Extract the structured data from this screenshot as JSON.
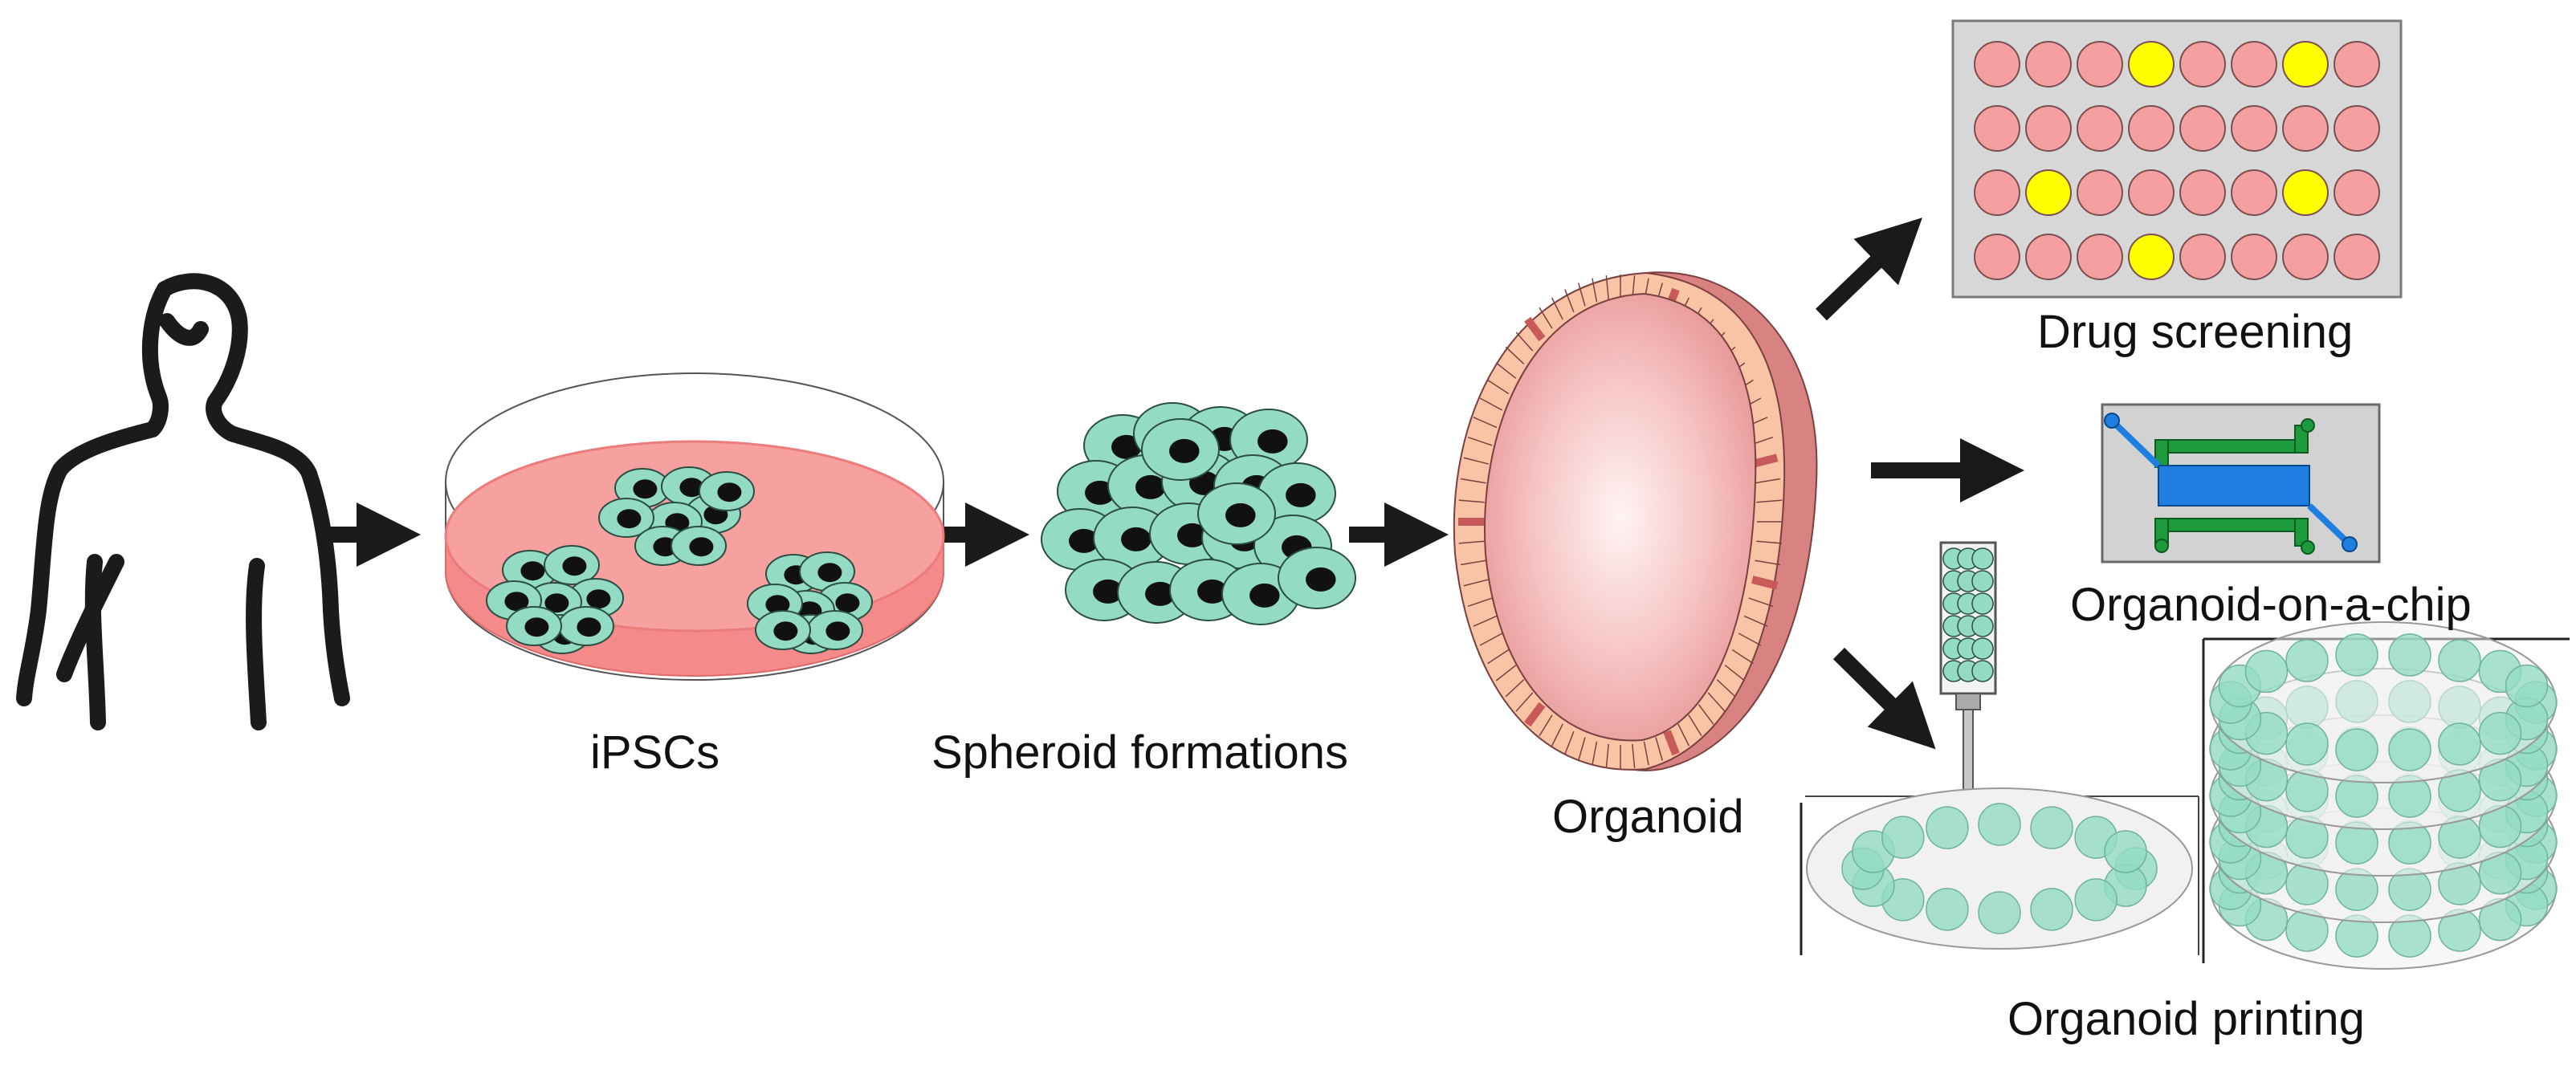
{
  "labels": {
    "ipscs": "iPSCs",
    "spheroid": "Spheroid formations",
    "organoid": "Organoid",
    "drug": "Drug screening",
    "chip": "Organoid-on-a-chip",
    "printing": "Organoid printing"
  },
  "colors": {
    "cell": "#93dcc3",
    "nucleus": "#111111",
    "dish_medium": "#f7a0a0",
    "organoid_lumen": "#f4b2b2",
    "well": "#f4a0a0",
    "well_highlight": "#ffff00",
    "plate": "#d7d7d7",
    "chip_channel": "#1f7fe0",
    "chip_electrode": "#1c9a3c",
    "arrow": "#1a1a1a"
  },
  "plate": {
    "rows": 4,
    "cols": 8,
    "highlighted_wells": [
      [
        0,
        3
      ],
      [
        0,
        6
      ],
      [
        2,
        1
      ],
      [
        2,
        6
      ],
      [
        3,
        3
      ]
    ]
  }
}
